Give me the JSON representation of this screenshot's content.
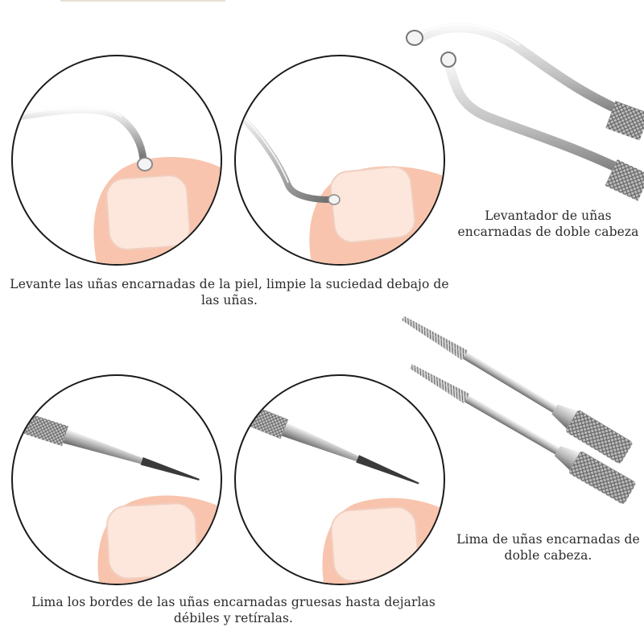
{
  "captions": {
    "top_left": "Levante las uñas encarnadas de la piel, limpie la suciedad debajo de las uñas.",
    "top_right": "Levantador de uñas encarnadas de doble cabeza",
    "bottom_left": "Lima los bordes de las uñas encarnadas gruesas hasta dejarlas débiles y retíralas.",
    "bottom_right": "Lima de uñas encarnadas de doble cabeza."
  },
  "colors": {
    "skin": "#f8c4ad",
    "nail": "#fde7dc",
    "metal_light": "#e8e8e8",
    "metal_dark": "#8a8a8a",
    "outline": "#1a1a1a"
  },
  "icons": [
    "lifter-tool-icon",
    "file-tool-icon",
    "toe-nail-icon"
  ]
}
